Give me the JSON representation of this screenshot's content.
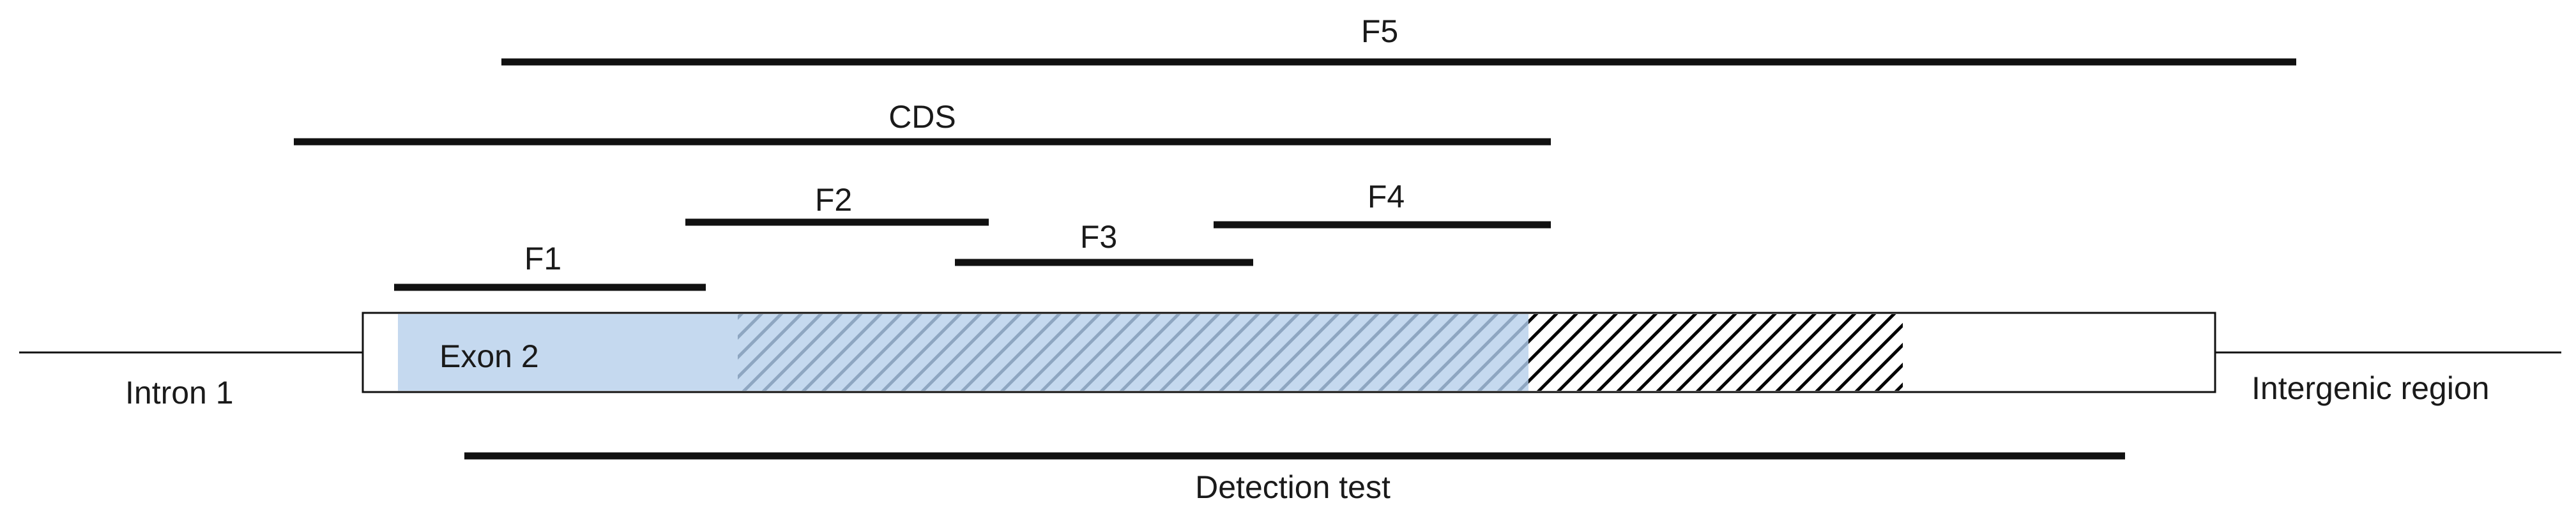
{
  "fragments": {
    "f5": "F5",
    "cds": "CDS",
    "f2": "F2",
    "f4": "F4",
    "f3": "F3",
    "f1": "F1"
  },
  "gene": {
    "exon_label": "Exon 2",
    "left_region": "Intron 1",
    "right_region": "Intergenic region"
  },
  "detection_test": "Detection test",
  "colors": {
    "exon_fill": "#c5d9ef",
    "hatch_blue": "#8ea6c1",
    "hatch_black": "#000000",
    "line": "#111111"
  }
}
